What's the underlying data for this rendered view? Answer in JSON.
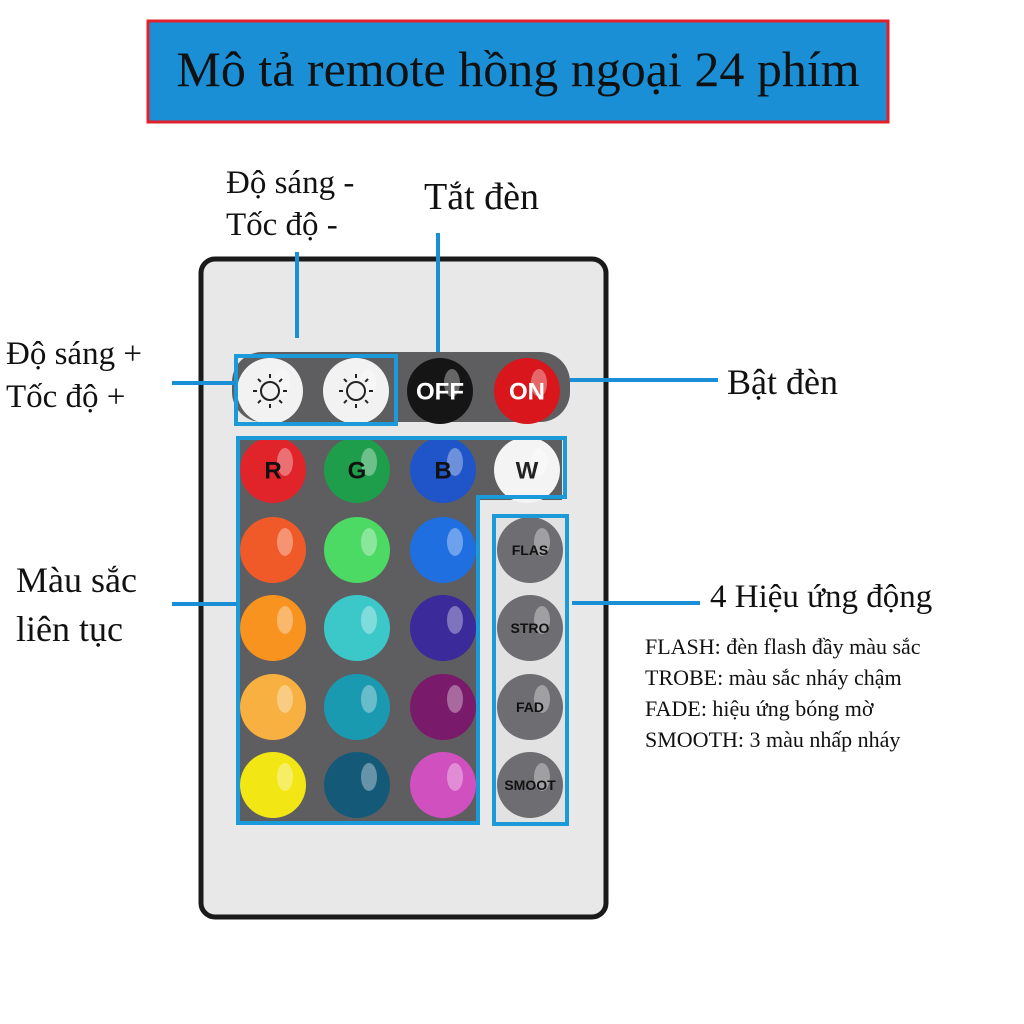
{
  "title": "Mô tả remote hồng ngoại 24 phím",
  "labels": {
    "brightness_down": "Độ sáng -",
    "speed_down": "Tốc độ -",
    "off": "Tắt đèn",
    "brightness_up": "Độ sáng +",
    "speed_up": "Tốc độ +",
    "on": "Bật đèn",
    "colors_1": "Màu sắc",
    "colors_2": "liên tục",
    "effects": "4 Hiệu ứng động"
  },
  "effect_descriptions": [
    "FLASH: đèn flash đầy màu sắc",
    "TROBE: màu sắc nháy chậm",
    "FADE: hiệu ứng bóng mờ",
    "SMOOTH: 3 màu nhấp nháy"
  ],
  "remote": {
    "power_buttons": [
      {
        "label": "OFF",
        "color": "#151515"
      },
      {
        "label": "ON",
        "color": "#d8161b"
      }
    ],
    "rgbw_buttons": [
      {
        "label": "R",
        "color": "#e0242a"
      },
      {
        "label": "G",
        "color": "#1e9e4a"
      },
      {
        "label": "B",
        "color": "#1f55c8"
      },
      {
        "label": "W",
        "color": "#f4f4f4"
      }
    ],
    "color_grid": [
      [
        "#f05a28",
        "#4cd964",
        "#1f6fe0"
      ],
      [
        "#f7931e",
        "#3cc8c8",
        "#3a2a9a"
      ],
      [
        "#f8b040",
        "#1a9ab0",
        "#7a1a6a"
      ],
      [
        "#f2e614",
        "#145a78",
        "#d050c0"
      ]
    ],
    "effect_buttons": [
      "FLAS",
      "STRO",
      "FAD",
      "SMOOT"
    ]
  },
  "colors": {
    "title_bg": "#1a8fd6",
    "title_border": "#e0202a",
    "highlight": "#1a9ad8"
  }
}
